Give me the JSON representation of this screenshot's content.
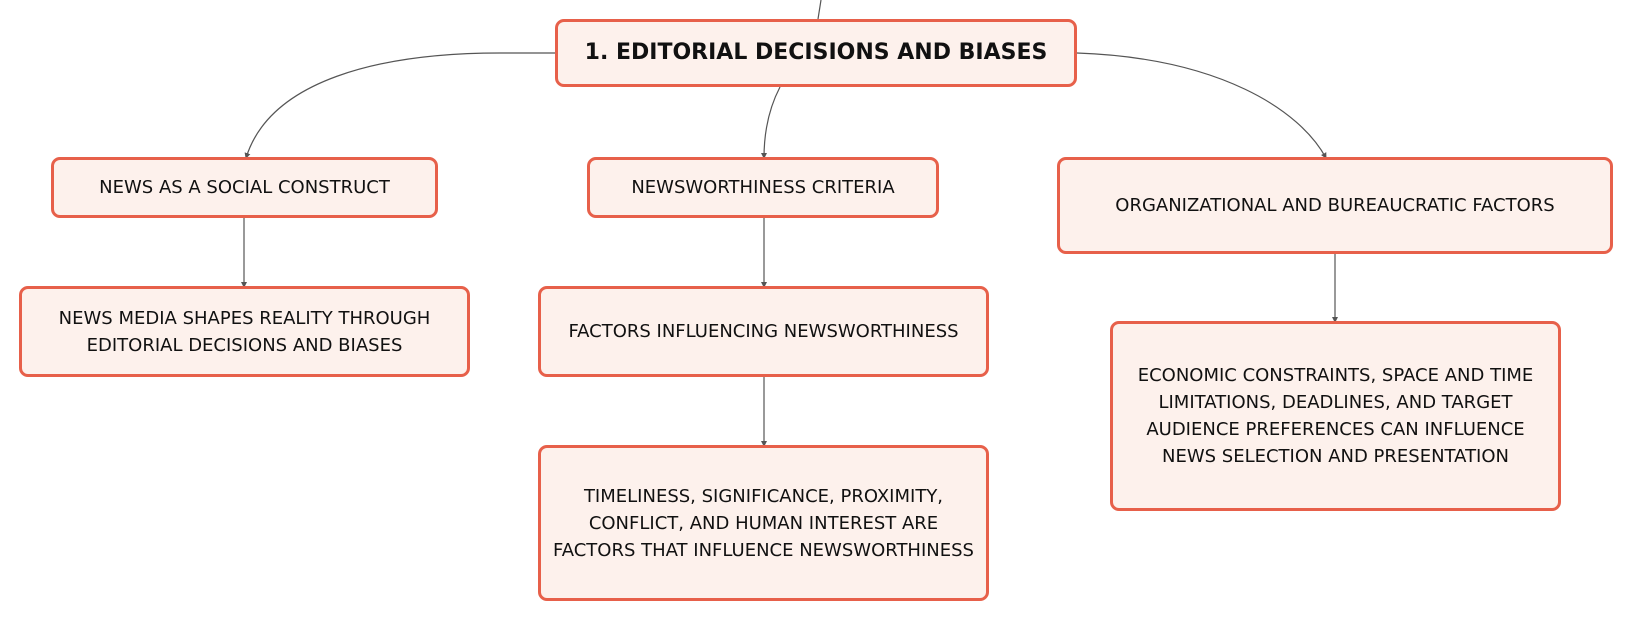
{
  "diagram": {
    "accent_color": "#e7604a",
    "node_fill": "#fdf1ec",
    "connector_color": "#555555",
    "root": {
      "label": "1. EDITORIAL DECISIONS AND BIASES"
    },
    "branches": [
      {
        "label": "NEWS AS A SOCIAL CONSTRUCT",
        "children": [
          {
            "label": "NEWS MEDIA SHAPES REALITY THROUGH EDITORIAL DECISIONS AND BIASES"
          }
        ]
      },
      {
        "label": "NEWSWORTHINESS CRITERIA",
        "children": [
          {
            "label": "FACTORS INFLUENCING NEWSWORTHINESS",
            "children": [
              {
                "label": "TIMELINESS, SIGNIFICANCE, PROXIMITY, CONFLICT, AND HUMAN INTEREST ARE FACTORS THAT INFLUENCE NEWSWORTHINESS"
              }
            ]
          }
        ]
      },
      {
        "label": "ORGANIZATIONAL AND BUREAUCRATIC FACTORS",
        "children": [
          {
            "label": "ECONOMIC CONSTRAINTS, SPACE AND TIME LIMITATIONS, DEADLINES, AND TARGET AUDIENCE PREFERENCES CAN INFLUENCE NEWS SELECTION AND PRESENTATION"
          }
        ]
      }
    ]
  }
}
